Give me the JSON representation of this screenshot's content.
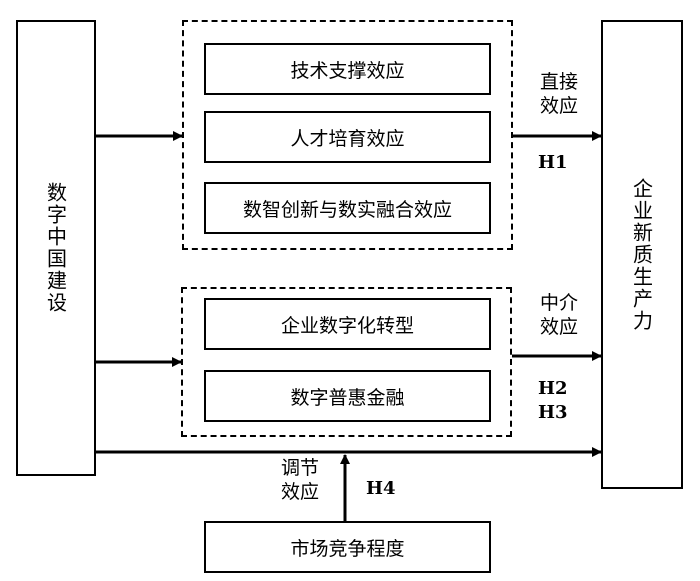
{
  "left": {
    "label": "数字中国建设"
  },
  "right": {
    "label": "企业新质生产力"
  },
  "group1": {
    "items": [
      "技术支撑效应",
      "人才培育效应",
      "数智创新与数实融合效应"
    ]
  },
  "group2": {
    "items": [
      "企业数字化转型",
      "数字普惠金融"
    ]
  },
  "bottom": {
    "label": "市场竞争程度"
  },
  "labels": {
    "direct_line1": "直接",
    "direct_line2": "效应",
    "mediate_line1": "中介",
    "mediate_line2": "效应",
    "moderate_line1": "调节",
    "moderate_line2": "效应"
  },
  "hypotheses": {
    "h1": "H1",
    "h2": "H2",
    "h3": "H3",
    "h4": "H4"
  }
}
